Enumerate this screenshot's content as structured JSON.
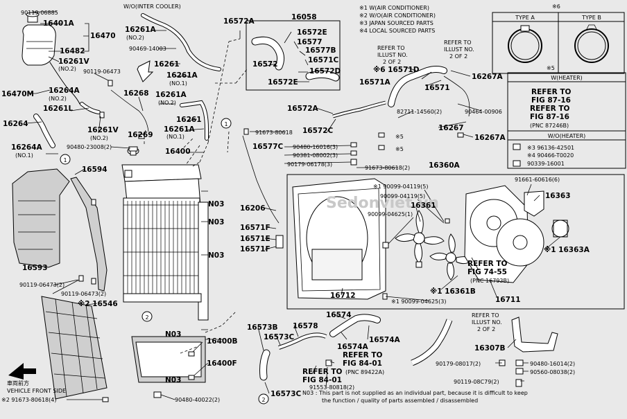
{
  "legend": {
    "note1": "※1 W(AIR CONDITIONER)",
    "note2": "※2 W/O(AIR CONDITIONER)",
    "note3": "※3 JAPAN SOURCED PARTS",
    "note4": "※4 LOCAL SOURCED PARTS",
    "note6_mark": "※6",
    "note5_mark": "※5",
    "type_a": "TYPE A",
    "type_b": "TYPE B"
  },
  "heater": {
    "w_title": "W(HEATER)",
    "w_line1": "REFER TO",
    "w_line2": "FIG 87-16",
    "w_line3": "REFER TO",
    "w_line4": "FIG 87-16",
    "w_line5": "(PNC 87246B)",
    "wo_title": "W/O(HEATER)",
    "wo_line1": "※3 96136-42501",
    "wo_line2": "※4 90466-T0020",
    "wo_line3": "90339-16001"
  },
  "footer": {
    "note_n03": "N03 : This part is not supplied as an individual part, because it is difficult to keep",
    "note_n03b": "the function / quality of parts assembled / disassembled",
    "front_jp": "車両前方",
    "front_en": "VEHICLE FRONT SIDE"
  },
  "watermark": "Sedonviet.vn",
  "labels": {
    "wo_intercooler": "W/O(INTER COOLER)",
    "a01": "90119-06885",
    "a02": "16401A",
    "a03": "16470",
    "a04": "16482",
    "a05": "16261V",
    "a06": "(NO.2)",
    "a07": "90119-06473",
    "a08": "16470M",
    "a09": "16264A",
    "a10": "(NO.2)",
    "a11": "16261L",
    "a12": "16264",
    "a13": "16261V",
    "a14": "(NO.2)",
    "a15": "16264A",
    "a16": "(NO.1)",
    "a17": "90480-23008(2)",
    "a18": "16594",
    "a19": "16593",
    "a20": "90119-06473(2)",
    "a21": "90119-06473(2)",
    "a22": "※2 16546",
    "a23": "※2 91673-80618(4)",
    "b01": "16261A",
    "b02": "(NO.2)",
    "b03": "90469-14003",
    "b04": "16261",
    "b05": "16268",
    "b06": "16261A",
    "b07": "(NO.1)",
    "b08": "16261A",
    "b09": "(NO.2)",
    "b10": "16261",
    "b11": "16261A",
    "b12": "(NO.1)",
    "b13": "16269",
    "b14": "16400",
    "b15": "N03",
    "b16": "N03",
    "b17": "N03",
    "b18": "N03",
    "b19": "N03",
    "b20": "16400B",
    "b21": "16400F",
    "b22": "90480-40022(2)",
    "c01": "16572A",
    "c02": "16058",
    "c03": "16572E",
    "c04": "16577",
    "c05": "16577B",
    "c06": "16571C",
    "c07": "16572",
    "c08": "16572D",
    "c09": "16572E",
    "c10": "16572A",
    "c11": "16572C",
    "c12": "91673-80618",
    "c13": "16577C",
    "c14": "90480-16016(3)",
    "c15": "90381-08002(3)",
    "c16": "90179-06178(3)",
    "c17": "91673-80618(2)",
    "c18": "16206",
    "c19": "16571F",
    "c20": "16571E",
    "c21": "16571F",
    "c22": "16712",
    "d01": "REFER TO",
    "d02": "ILLUST NO.",
    "d03": "2 OF 2",
    "d04": "REFER TO",
    "d05": "ILLUST NO.",
    "d06": "2 OF 2",
    "d07": "※6 16571D",
    "d08": "16267A",
    "d09": "16571A",
    "d10": "16571",
    "d11": "82711-14560(2)",
    "d12": "90464-00906",
    "d13": "16267",
    "d14": "16267A",
    "d15": "※5",
    "d16": "※5",
    "e01": "16360A",
    "e02": "※1 90099-04119(5)",
    "e03": "90099-04119(5)",
    "e04": "16361",
    "e05": "90099-04625(1)",
    "e06": "91661-60616(6)",
    "e07": "16363",
    "e08": "※1 16363A",
    "e09": "REFER TO",
    "e10": "FIG 74-55",
    "e11": "(PNC 16793B)",
    "e12": "※1 16361B",
    "e13": "※1 90099-04625(3)",
    "e14": "16711",
    "f01": "16573B",
    "f02": "16578",
    "f03": "16574",
    "f04": "16573C",
    "f05": "16574A",
    "f06": "16574A",
    "f07": "REFER TO",
    "f08": "FIG 84-01",
    "f09": "(PNC 89422A)",
    "f10": "REFER TO",
    "f11": "FIG 84-01",
    "f12": "91553-80818(2)",
    "f13": "16573C",
    "g01": "REFER TO",
    "g02": "ILLUST NO.",
    "g03": "2 OF 2",
    "g04": "16307B",
    "g05": "90179-08017(2)",
    "g06": "90480-16014(2)",
    "g07": "90560-08038(2)",
    "g08": "90119-08C79(2)"
  },
  "callouts": {
    "one": "1",
    "two": "2"
  }
}
